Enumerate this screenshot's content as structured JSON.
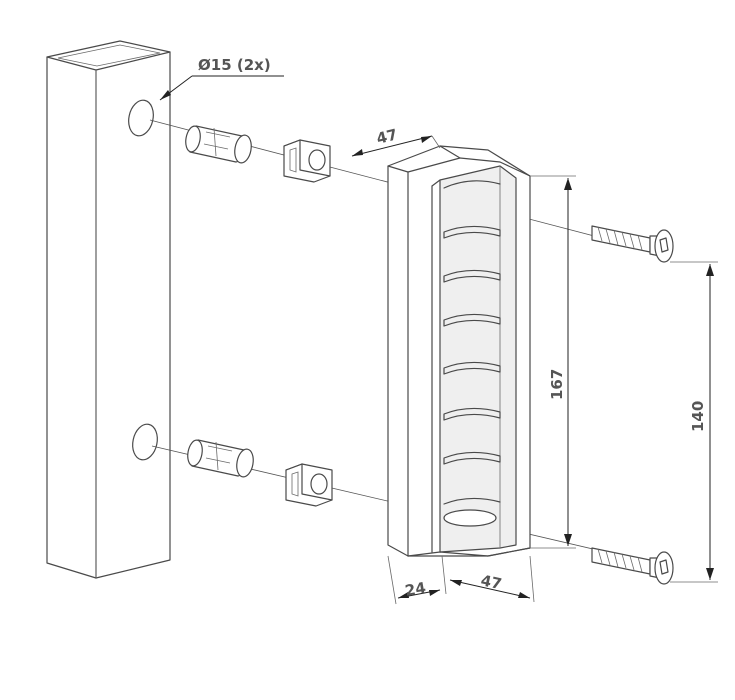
{
  "dimensions": {
    "hole_diameter": "Ø15 (2x)",
    "width_top": "47",
    "height_total": "167",
    "screw_spacing": "140",
    "depth": "24",
    "width_bottom": "47"
  }
}
